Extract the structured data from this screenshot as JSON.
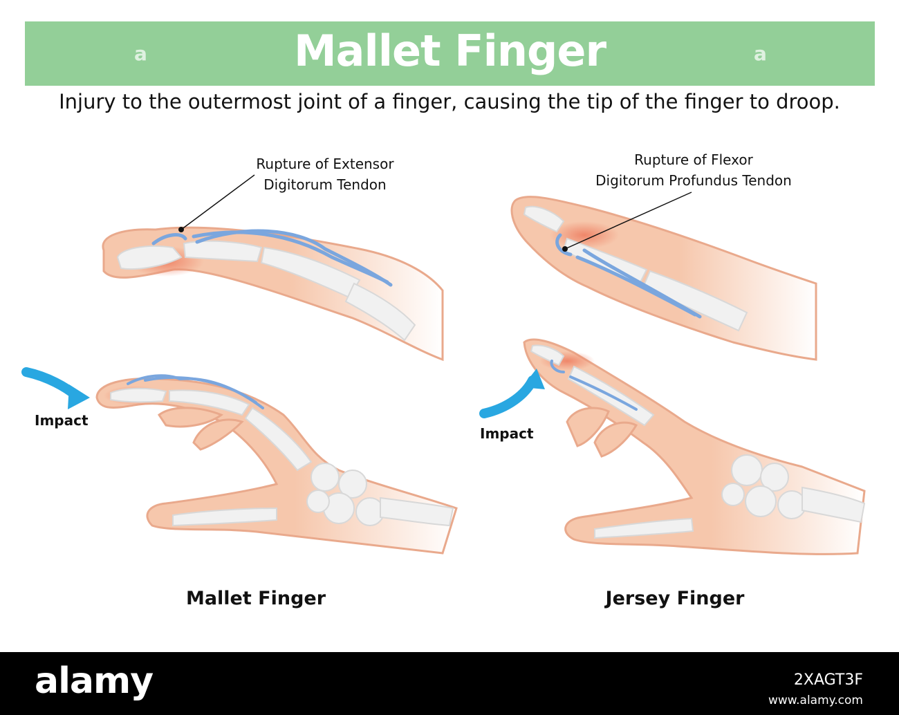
{
  "title": "Mallet Finger",
  "subtitle": "Injury to the outermost joint of a finger, causing the tip of the finger to droop.",
  "watermark": "a",
  "panels": [
    {
      "annotation_line1": "Rupture of Extensor",
      "annotation_line2": "Digitorum Tendon",
      "impact_label": "Impact",
      "caption": "Mallet Finger"
    },
    {
      "annotation_line1": "Rupture of Flexor",
      "annotation_line2": "Digitorum Profundus Tendon",
      "impact_label": "Impact",
      "caption": "Jersey Finger"
    }
  ],
  "colors": {
    "banner": "#93cf98",
    "skin": "#f6c7ac",
    "bone": "#f1f1f1",
    "tendon": "#7aa6de",
    "injury": "#ee7f62",
    "arrow": "#29a7e1"
  },
  "footer": {
    "brand": "alamy",
    "image_id": "2XAGT3F",
    "url": "www.alamy.com"
  }
}
